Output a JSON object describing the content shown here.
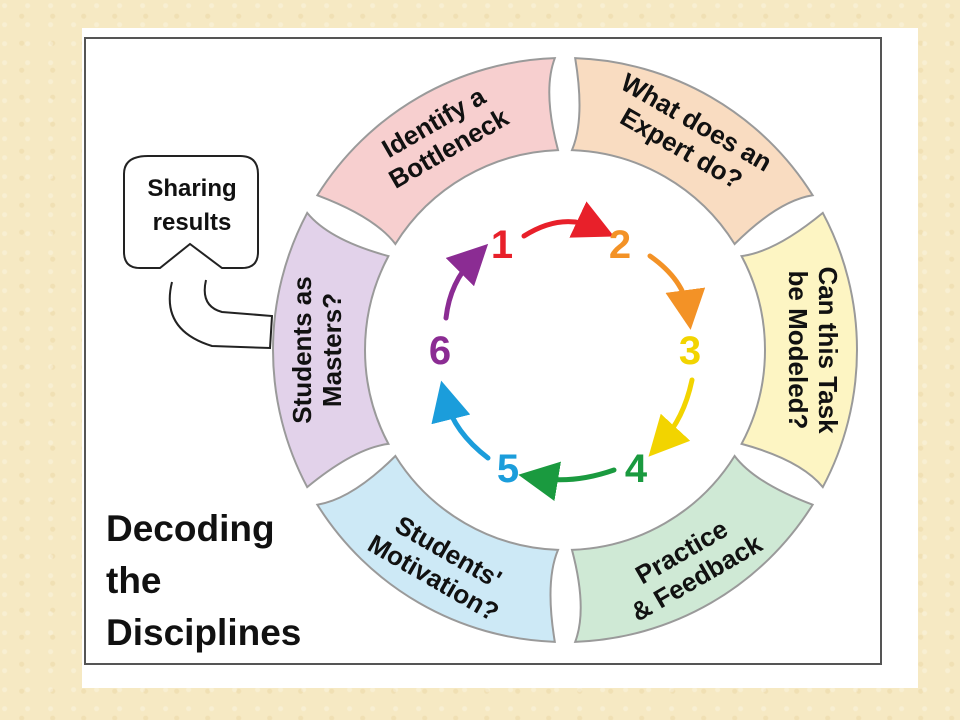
{
  "title": {
    "line1": "Decoding",
    "line2": "the",
    "line3": "Disciplines"
  },
  "callout": {
    "line1": "Sharing",
    "line2": "results"
  },
  "steps": [
    {
      "number": "1",
      "line1": "Identify a",
      "line2": "Bottleneck",
      "fill": "#f7cfcf",
      "number_color": "#e8202a"
    },
    {
      "number": "2",
      "line1": "What does an",
      "line2": "Expert do?",
      "fill": "#f9dcc1",
      "number_color": "#f39226"
    },
    {
      "number": "3",
      "line1": "Can this Task",
      "line2": "be Modeled?",
      "fill": "#fdf5c3",
      "number_color": "#f2d400"
    },
    {
      "number": "4",
      "line1": "Practice",
      "line2": "& Feedback",
      "fill": "#cfe9d5",
      "number_color": "#1a9a3f"
    },
    {
      "number": "5",
      "line1": "Students'",
      "line2": "Motivation?",
      "fill": "#cde9f6",
      "number_color": "#1b9ddb"
    },
    {
      "number": "6",
      "line1": "Students as",
      "line2": "Masters?",
      "fill": "#e2d2ea",
      "number_color": "#8b2c93"
    }
  ],
  "arrow_colors": [
    "#e8202a",
    "#f39226",
    "#f2d400",
    "#1a9a3f",
    "#1b9ddb",
    "#8b2c93"
  ],
  "segment_stroke": "#9a9a9a"
}
